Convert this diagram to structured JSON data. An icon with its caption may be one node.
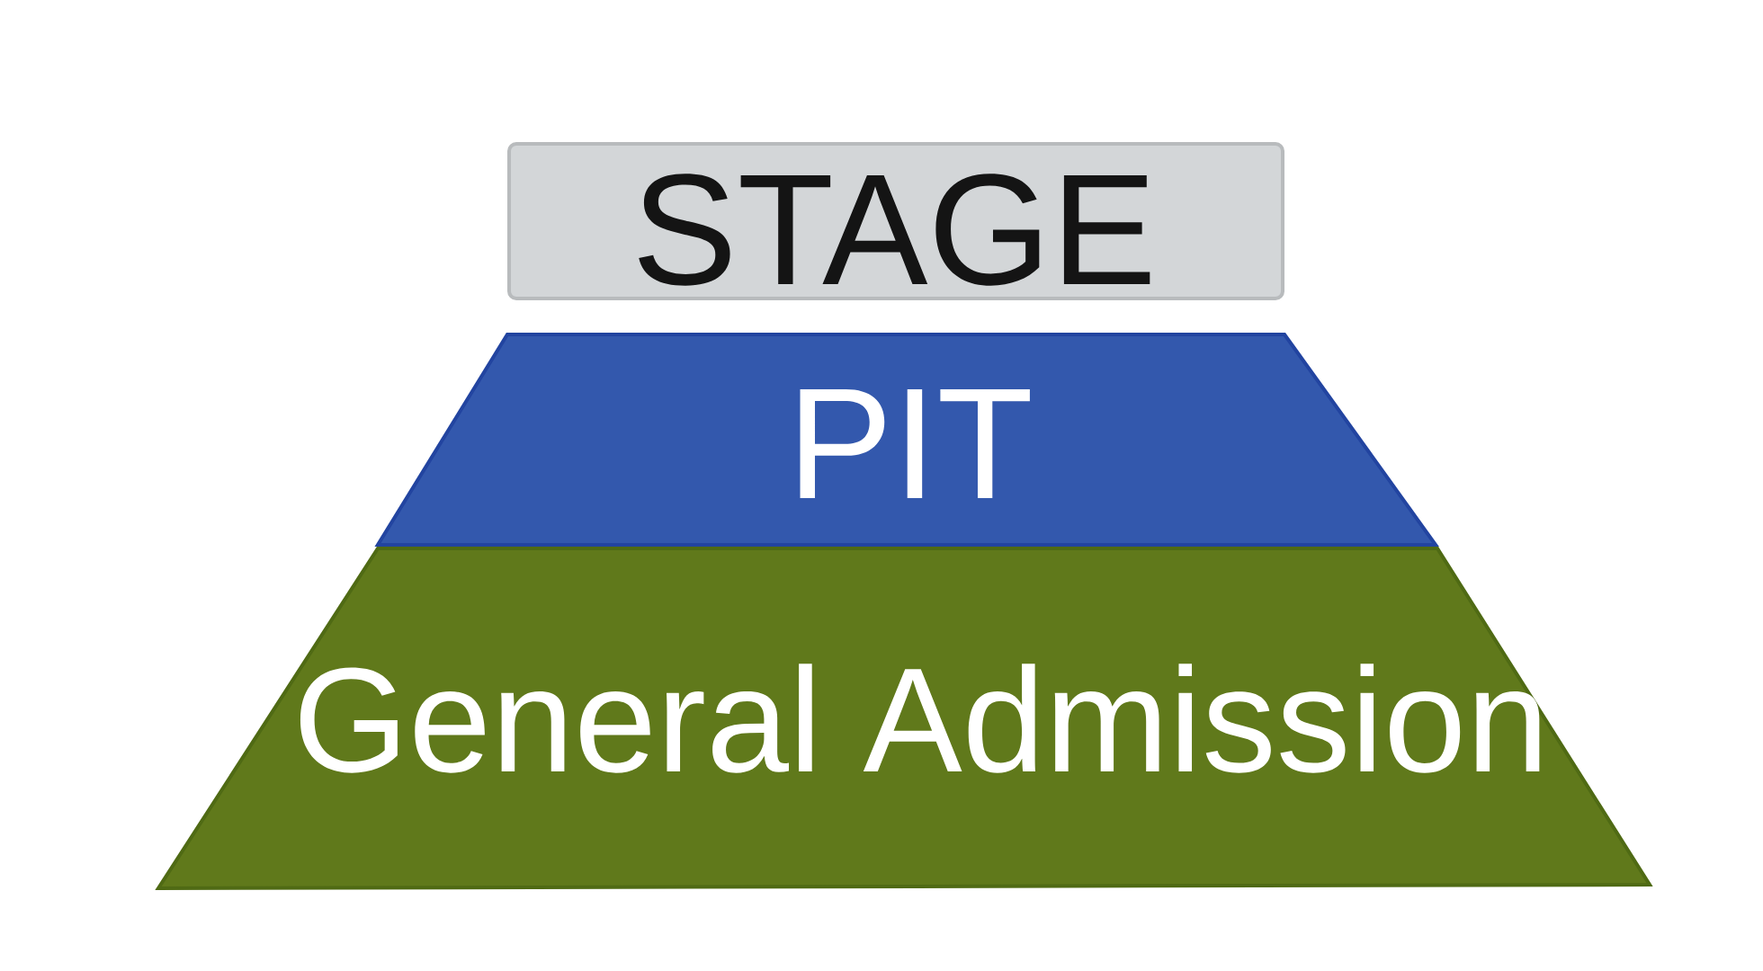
{
  "diagram": {
    "nodes": [
      {
        "text": [
          "STAGE"
        ]
      },
      {
        "text": [
          "PIT"
        ]
      },
      {
        "text": [
          "General Admission"
        ]
      }
    ]
  }
}
